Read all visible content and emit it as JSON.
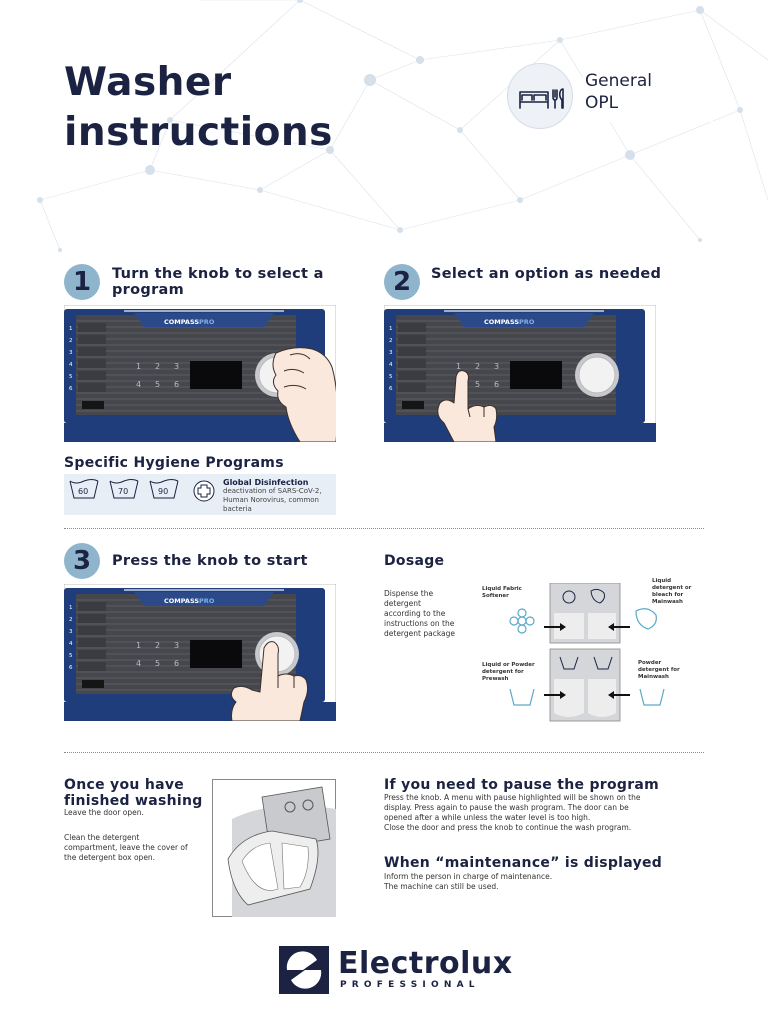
{
  "header": {
    "title_line1": "Washer",
    "title_line2": "instructions",
    "badge_line1": "General",
    "badge_line2": "OPL",
    "badge_icon": "bed-and-utensils-icon"
  },
  "steps": [
    {
      "number": "1",
      "title_line1": "Turn the knob to select a",
      "title_line2": "program"
    },
    {
      "number": "2",
      "title_line1": "Select an option as needed",
      "title_line2": ""
    },
    {
      "number": "3",
      "title_line1": "Press the knob to start",
      "title_line2": ""
    }
  ],
  "machine_panel": {
    "brand": "COMPASS",
    "brand_suffix": "PRO",
    "rows": [
      "1",
      "2",
      "3",
      "4",
      "5",
      "6"
    ],
    "keys_top": [
      "1",
      "2",
      "3"
    ],
    "keys_bottom": [
      "4",
      "5",
      "6"
    ]
  },
  "hygiene": {
    "title": "Specific Hygiene Programs",
    "temps": [
      "60",
      "70",
      "90"
    ],
    "disinfection_title": "Global Disinfection",
    "disinfection_text": "deactivation of SARS-CoV-2, Human Norovirus, common bacteria"
  },
  "dosage": {
    "title": "Dosage",
    "description": "Dispense the detergent according to the instructions on the detergent package",
    "label_softener": "Liquid Fabric Softener",
    "label_bleach": "Liquid detergent or bleach for Mainwash",
    "label_prewash": "Liquid or Powder detergent for Prewash",
    "label_mainwash": "Powder detergent for Mainwash"
  },
  "finished": {
    "title_line1": "Once you have",
    "title_line2": "finished washing",
    "text1": "Leave the door open.",
    "text2": "Clean the detergent compartment, leave the cover of the detergent box open."
  },
  "pause": {
    "title": "If you need to pause the program",
    "text_lines": [
      "Press the knob. A menu with pause highlighted will be shown on the",
      "display. Press again to pause the wash program. The door can be",
      "opened after a while unless the water level is too high.",
      "Close the door and press the knob to continue the wash program."
    ]
  },
  "maintenance": {
    "title": "When “maintenance” is displayed",
    "text_lines": [
      "Inform the person in charge of maintenance.",
      "The machine can still be used."
    ]
  },
  "footer": {
    "brand": "Electrolux",
    "sub": "PROFESSIONAL"
  },
  "colors": {
    "navy": "#1b2242",
    "panel_blue": "#1f3d7a",
    "step_circle": "#8fb5cc",
    "hygiene_bg": "#e8eef5"
  }
}
